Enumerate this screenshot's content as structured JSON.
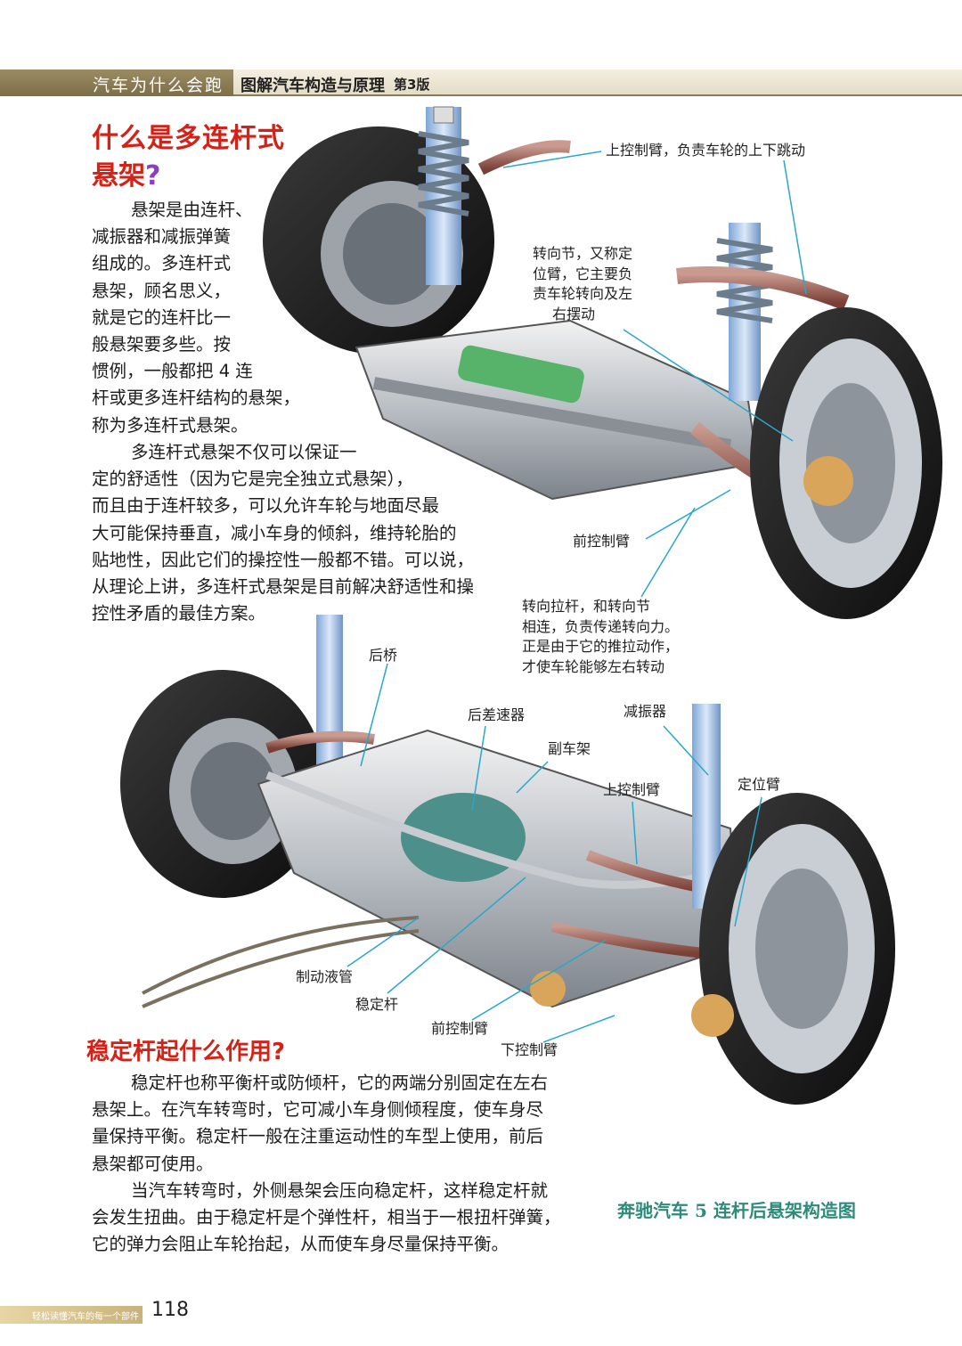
{
  "header": {
    "series_title": "汽车为什么会跑",
    "book_title": "图解汽车构造与原理",
    "edition": "第3版"
  },
  "section1": {
    "heading_line1": "什么是多连杆式",
    "heading_line2": "悬架",
    "heading_mark": "?",
    "paragraph1": [
      "悬架是由连杆、",
      "减振器和减振弹簧",
      "组成的。多连杆式",
      "悬架，顾名思义，",
      "就是它的连杆比一",
      "般悬架要多些。按",
      "惯例，一般都把 4 连",
      "杆或更多连杆结构的悬架，",
      "称为多连杆式悬架。"
    ],
    "paragraph2": [
      "多连杆式悬架不仅可以保证一",
      "定的舒适性（因为它是完全独立式悬架），",
      "而且由于连杆较多，可以允许车轮与地面尽最",
      "大可能保持垂直，减小车身的倾斜，维持轮胎的",
      "贴地性，因此它们的操控性一般都不错。可以说，",
      "从理论上讲，多连杆式悬架是目前解决舒适性和操",
      "控性矛盾的最佳方案。"
    ]
  },
  "callouts_front": {
    "upper_arm": "上控制臂，负责车轮的上下跳动",
    "knuckle": [
      "转向节，又称定",
      "位臂，它主要负",
      "责车轮转向及左",
      "右摆动"
    ],
    "front_arm": "前控制臂",
    "tie_rod": [
      "转向拉杆，和转向节",
      "相连，负责传递转向力。",
      "正是由于它的推拉动作，",
      "才使车轮能够左右转动"
    ]
  },
  "callouts_rear": {
    "rear_axle": "后桥",
    "rear_diff": "后差速器",
    "shock": "减振器",
    "subframe": "副车架",
    "upper_arm": "上控制臂",
    "locating_arm": "定位臂",
    "brake_line": "制动液管",
    "stabilizer": "稳定杆",
    "front_arm": "前控制臂",
    "lower_arm": "下控制臂"
  },
  "section2": {
    "heading": "稳定杆起什么作用",
    "heading_mark": "?",
    "paragraph1": [
      "稳定杆也称平衡杆或防倾杆，它的两端分别固定在左右",
      "悬架上。在汽车转弯时，它可减小车身侧倾程度，使车身尽",
      "量保持平衡。稳定杆一般在注重运动性的车型上使用，前后",
      "悬架都可使用。"
    ],
    "paragraph2": [
      "当汽车转弯时，外侧悬架会压向稳定杆，这样稳定杆就",
      "会发生扭曲。由于稳定杆是个弹性杆，相当于一根扭杆弹簧，",
      "它的弹力会阻止车轮抬起，从而使车身尽量保持平衡。"
    ]
  },
  "caption": "奔驰汽车 5 连杆后悬架构造图",
  "footer": {
    "band_text": "轻松读懂汽车的每一个部件",
    "page_number": "118"
  },
  "colors": {
    "heading_red": "#d32218",
    "question_purple": "#8a3fc2",
    "caption_teal": "#2e8a7a",
    "leader_line": "#2aa7c9"
  }
}
